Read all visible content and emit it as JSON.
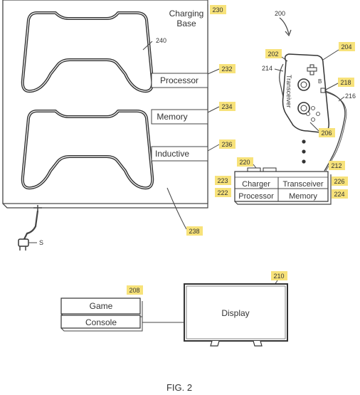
{
  "figure_caption": "FIG. 2",
  "charging_base": {
    "title_line1": "Charging",
    "title_line2": "Base",
    "ref": "230",
    "controller_ref": "240",
    "base_ref": "238",
    "plug_label": "S",
    "boxes": [
      {
        "label": "Processor",
        "ref": "232"
      },
      {
        "label": "Memory",
        "ref": "234"
      },
      {
        "label": "Inductive",
        "ref": "236"
      }
    ]
  },
  "controller": {
    "ref": "200",
    "body_ref": "202",
    "button_ref": "204",
    "side_ref": "214",
    "transceiver_text": "Transceiver",
    "port_ref": "218",
    "cable_ref": "216",
    "stick_ref": "206",
    "button_letter": "B"
  },
  "dongle": {
    "ref": "212",
    "contacts_ref": "220",
    "cells": [
      {
        "label": "Charger",
        "ref": "223"
      },
      {
        "label": "Transceiver",
        "ref": "226"
      },
      {
        "label": "Processor",
        "ref": "222"
      },
      {
        "label": "Memory",
        "ref": "224"
      }
    ]
  },
  "console": {
    "game_label": "Game",
    "console_label": "Console",
    "ref": "208"
  },
  "display": {
    "label": "Display",
    "ref": "210"
  }
}
